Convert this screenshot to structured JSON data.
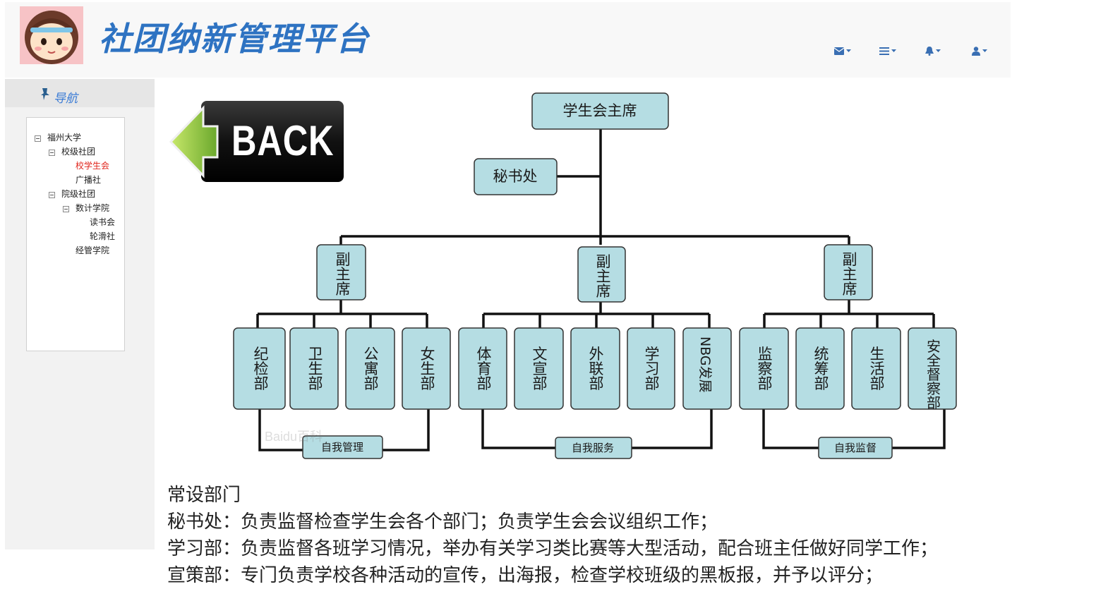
{
  "header": {
    "title": "社团纳新管理平台",
    "icons": [
      "envelope-icon",
      "list-icon",
      "bell-icon",
      "user-icon"
    ]
  },
  "sidebar": {
    "nav_label": "导航",
    "tree": {
      "root": "福州大学",
      "school_level": "校级社团",
      "student_union": "校学生会",
      "broadcast": "广播社",
      "college_level": "院级社团",
      "math_college": "数计学院",
      "reading_club": "读书会",
      "skating_club": "轮滑社",
      "econ_college": "经管学院"
    }
  },
  "back_button": {
    "label": "BACK"
  },
  "org_chart": {
    "chairman": "学生会主席",
    "secretariat": "秘书处",
    "vice_chairs": [
      "副主席",
      "副主席",
      "副主席"
    ],
    "departments": [
      "纪检部",
      "卫生部",
      "公寓部",
      "女生部",
      "体育部",
      "文宣部",
      "外联部",
      "学习部",
      "NBG发展",
      "监察部",
      "统筹部",
      "生活部",
      "安全督察部"
    ],
    "groups": [
      "自我管理",
      "自我服务",
      "自我监督"
    ]
  },
  "watermark": "Baidu百科",
  "info": {
    "heading": "常设部门",
    "lines": [
      "秘书处：负责监督检查学生会各个部门；负责学生会会议组织工作；",
      "学习部：负责监督各班学习情况，举办有关学习类比赛等大型活动，配合班主任做好同学工作；",
      "宣策部：专门负责学校各种活动的宣传，出海报，检查学校班级的黑板报，并予以评分；"
    ]
  },
  "colors": {
    "title_blue": "#2e73c2",
    "box_fill": "#b5dde3",
    "active_node": "#e0241b",
    "back_arrow": "#8cc63f"
  }
}
